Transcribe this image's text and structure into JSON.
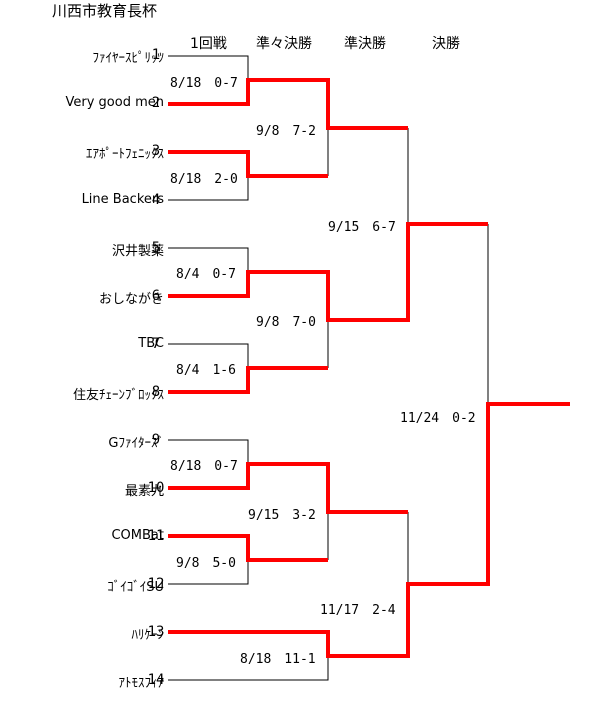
{
  "title": "川西市教育長杯",
  "rounds": [
    "1回戦",
    "準々決勝",
    "準決勝",
    "決勝"
  ],
  "teams": [
    {
      "seed": "1",
      "name": "ﾌｧｲﾔｰｽﾋﾟﾘｯﾂ"
    },
    {
      "seed": "2",
      "name": "Very good men"
    },
    {
      "seed": "3",
      "name": "ｴｱﾎﾟｰﾄﾌｪﾆｯｸｽ"
    },
    {
      "seed": "4",
      "name": "Line Backers"
    },
    {
      "seed": "5",
      "name": "沢井製薬"
    },
    {
      "seed": "6",
      "name": "おしながき"
    },
    {
      "seed": "7",
      "name": "TBC"
    },
    {
      "seed": "8",
      "name": "住友ﾁｪｰﾝﾌﾞﾛｯｸｽ"
    },
    {
      "seed": "9",
      "name": "Gﾌｧｲﾀｰｽﾞ"
    },
    {
      "seed": "10",
      "name": "最素九"
    },
    {
      "seed": "11",
      "name": "COMBat"
    },
    {
      "seed": "12",
      "name": "ｺﾞｲｺﾞｲSU"
    },
    {
      "seed": "13",
      "name": "ﾊﾘｹｰﾝ"
    },
    {
      "seed": "14",
      "name": "ｱﾄﾓｽﾌｨｱ"
    }
  ],
  "results": {
    "r1_m1": "8/18　0-7",
    "r1_m2": "8/18　2-0",
    "r1_m3": "8/4　0-7",
    "r1_m4": "8/4　1-6",
    "r1_m5": "8/18　0-7",
    "r1_m6": "9/8　5-0",
    "r2_m1": "9/8　7-2",
    "r2_m2": "9/8　7-0",
    "r2_m3": "9/15　3-2",
    "r2_m4": "8/18　11-1",
    "r3_m1": "9/15　6-7",
    "r3_m2": "11/17　2-4",
    "final": "11/24　0-2"
  },
  "colors": {
    "winner_line": "#ff0000",
    "line": "#000000"
  }
}
